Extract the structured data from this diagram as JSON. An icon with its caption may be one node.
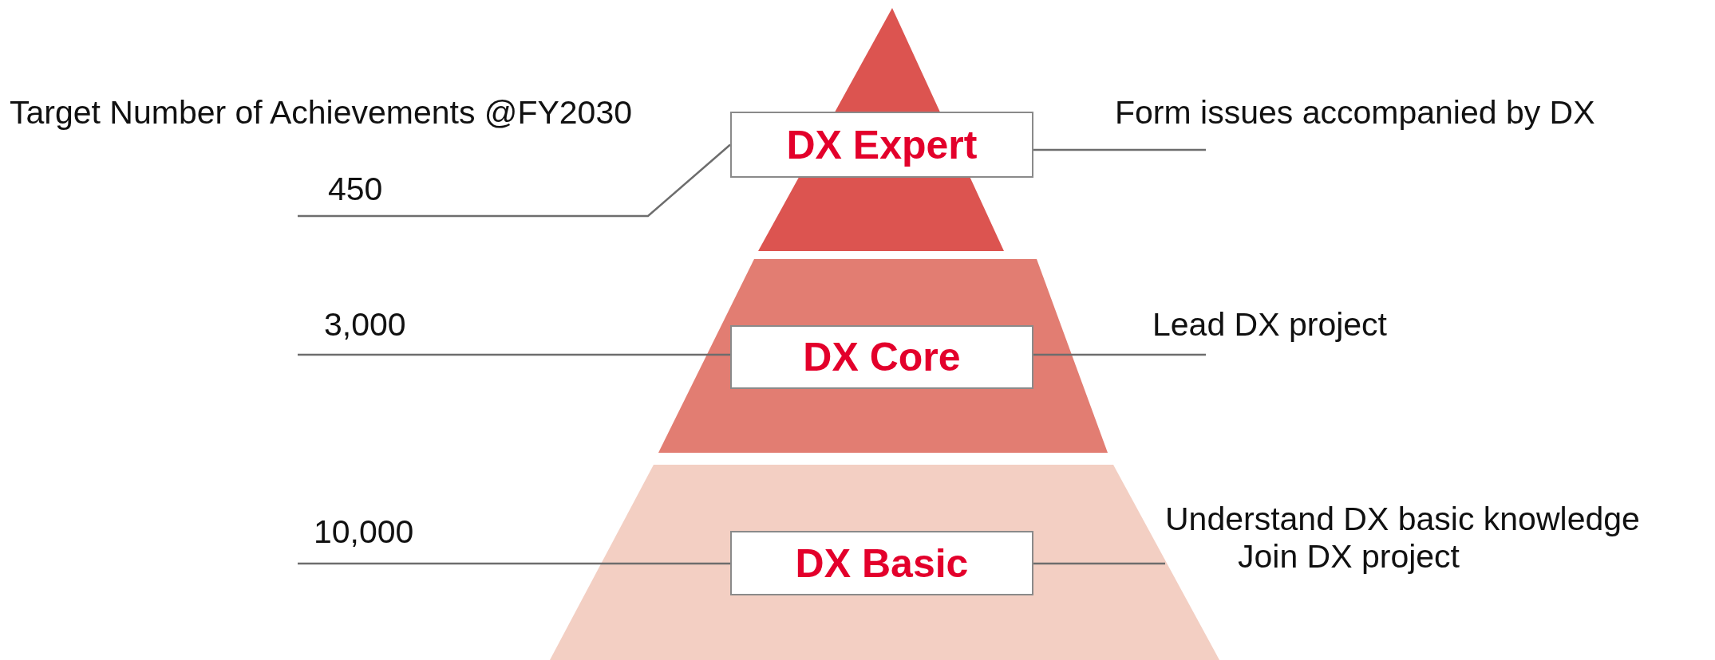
{
  "diagram": {
    "nodes": [
      {
        "text": [],
        "shape": "triangle"
      },
      {
        "text": [
          "DX Expert"
        ],
        "in": 0
      },
      {
        "text": [],
        "shape": "trapezoid"
      },
      {
        "text": [
          "DX Core"
        ],
        "in": 2
      },
      {
        "text": [],
        "shape": "trapezoid"
      },
      {
        "text": [
          "DX Basic"
        ],
        "in": 4
      },
      {
        "text": [
          "450"
        ]
      },
      {
        "text": [
          "Form issues accompanied by DX"
        ]
      },
      {
        "text": [
          "3,000"
        ]
      },
      {
        "text": [
          "Lead DX project"
        ]
      },
      {
        "text": [
          "10,000"
        ]
      },
      {
        "text": [
          "Understand DX basic knowledge",
          "Join DX project"
        ]
      }
    ],
    "edges": [
      {
        "from": 6,
        "to": 1,
        "arrow": "none"
      },
      {
        "from": 1,
        "to": 7,
        "arrow": "none"
      },
      {
        "from": 8,
        "to": 3,
        "arrow": "none"
      },
      {
        "from": 3,
        "to": 9,
        "arrow": "none"
      },
      {
        "from": 10,
        "to": 5,
        "arrow": "none"
      },
      {
        "from": 5,
        "to": 11,
        "arrow": "none"
      }
    ],
    "labels": [
      "Target Number of Achievements @FY2030"
    ]
  }
}
